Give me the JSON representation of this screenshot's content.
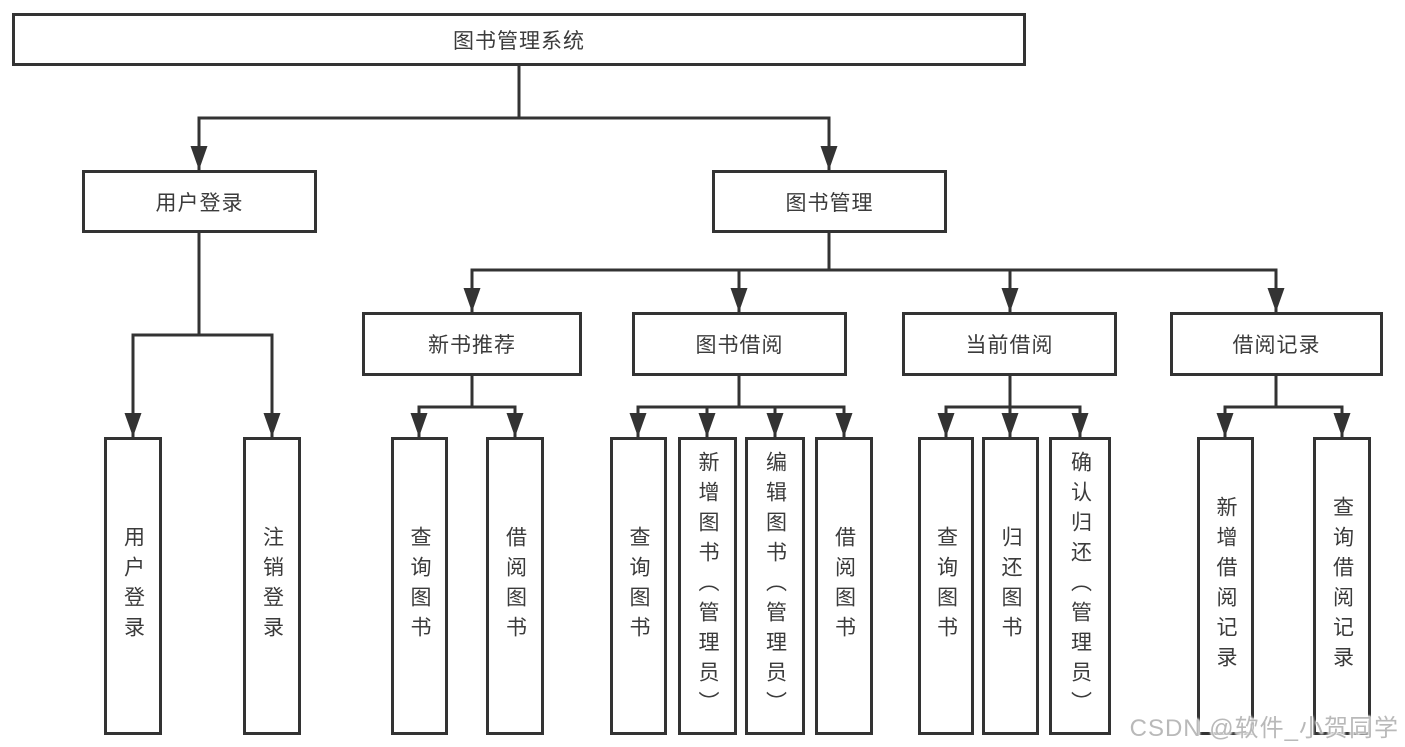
{
  "tree": {
    "root": "图书管理系统",
    "level2": {
      "user_login": "用户登录",
      "book_mgmt": "图书管理"
    },
    "level3": {
      "new_book": "新书推荐",
      "book_borrow": "图书借阅",
      "current_borrow": "当前借阅",
      "borrow_records": "借阅记录"
    },
    "leaves": {
      "user_login": "用户登录",
      "logout": "注销登录",
      "nb_query": "查询图书",
      "nb_borrow": "借阅图书",
      "bb_query": "查询图书",
      "bb_add": "新增图书（管理员）",
      "bb_edit": "编辑图书（管理员）",
      "bb_borrow": "借阅图书",
      "cb_query": "查询图书",
      "cb_return": "归还图书",
      "cb_confirm": "确认归还（管理员）",
      "br_add": "新增借阅记录",
      "br_query": "查询借阅记录"
    }
  },
  "colors": {
    "line": "#333333",
    "text": "#3b3b3b",
    "watermark": "#b9b9b9"
  },
  "watermark": "CSDN @软件_小贺同学"
}
